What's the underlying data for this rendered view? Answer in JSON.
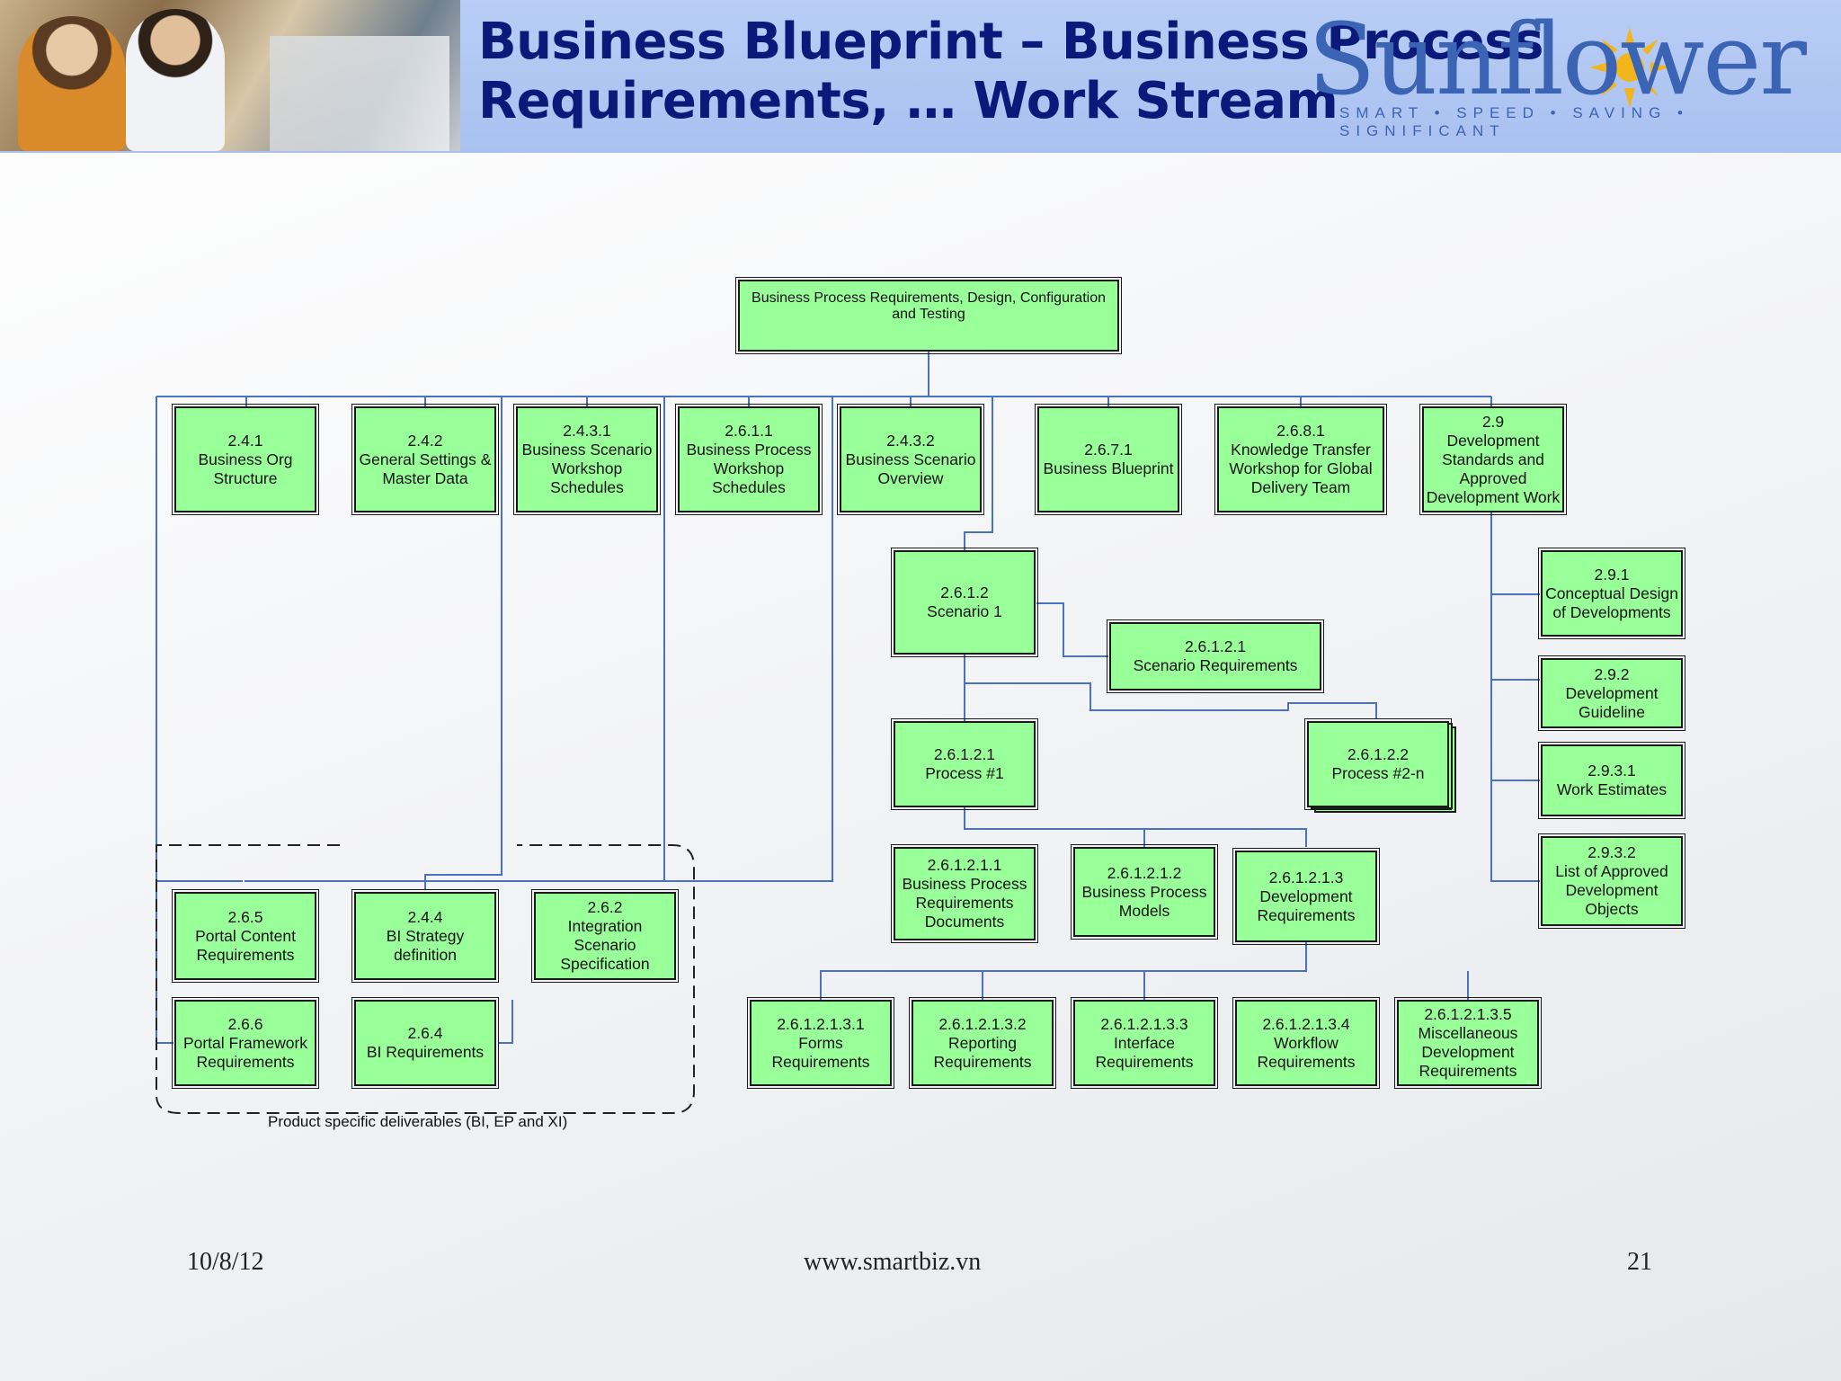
{
  "header": {
    "title_line1": "Business Blueprint – Business Process",
    "title_line2": "Requirements, … Work Stream",
    "logo_text": "Sunflower",
    "logo_tagline": "SMART • SPEED • SAVING • SIGNIFICANT"
  },
  "diagram": {
    "root": "Business Process Requirements, Design, Configuration\nand Testing",
    "n241": "2.4.1\nBusiness Org\nStructure",
    "n242": "2.4.2\nGeneral Settings &\nMaster Data",
    "n2431": "2.4.3.1\nBusiness Scenario\nWorkshop\nSchedules",
    "n2611": "2.6.1.1\nBusiness Process\nWorkshop\nSchedules",
    "n2432": "2.4.3.2\nBusiness Scenario\nOverview",
    "n2671": "2.6.7.1\nBusiness Blueprint",
    "n2681": "2.6.8.1\nKnowledge Transfer\nWorkshop for Global\nDelivery Team",
    "n29": "2.9\nDevelopment\nStandards and\nApproved\nDevelopment Work",
    "n2612": "2.6.1.2\nScenario 1",
    "n26121": "2.6.1.2.1\nScenario Requirements",
    "n261221": "2.6.1.2.1\nProcess #1",
    "n261222": "2.6.1.2.2\nProcess #2-n",
    "n2612111": "2.6.1.2.1.1\nBusiness Process\nRequirements\nDocuments",
    "n2612112": "2.6.1.2.1.2\nBusiness Process\nModels",
    "n2612113": "2.6.1.2.1.3\nDevelopment\nRequirements",
    "n26121131": "2.6.1.2.1.3.1\nForms\nRequirements",
    "n26121132": "2.6.1.2.1.3.2\nReporting\nRequirements",
    "n26121133": "2.6.1.2.1.3.3\nInterface\nRequirements",
    "n26121134": "2.6.1.2.1.3.4\nWorkflow\nRequirements",
    "n26121135": "2.6.1.2.1.3.5\nMiscellaneous\nDevelopment\nRequirements",
    "n291": "2.9.1\nConceptual Design\nof Developments",
    "n292": "2.9.2\nDevelopment\nGuideline",
    "n2931": "2.9.3.1\nWork Estimates",
    "n2932": "2.9.3.2\nList of Approved\nDevelopment\nObjects",
    "n265": "2.6.5\nPortal Content\nRequirements",
    "n244": "2.4.4\nBI Strategy\ndefinition",
    "n262": "2.6.2\nIntegration\nScenario\nSpecification",
    "n266": "2.6.6\nPortal Framework\nRequirements",
    "n264": "2.6.4\nBI Requirements",
    "group_caption": "Product specific deliverables (BI, EP and XI)"
  },
  "footer": {
    "date": "10/8/12",
    "website": "www.smartbiz.vn",
    "page": "21"
  },
  "colors": {
    "box_fill": "#99ff99",
    "connector": "#4a72c4",
    "title": "#0b1a7a",
    "header_band": "#aec5f2"
  }
}
